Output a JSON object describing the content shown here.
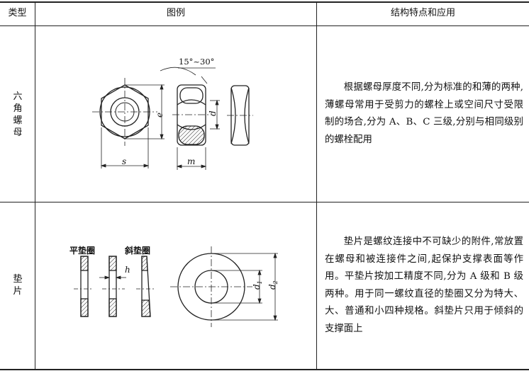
{
  "table": {
    "headers": {
      "type": "类型",
      "figure": "图例",
      "features": "结构特点和应用"
    },
    "rows": [
      {
        "category": "六角螺母",
        "figure_labels": {
          "angle": "15°~30°",
          "e": "e",
          "d": "d",
          "s": "s",
          "m": "m"
        },
        "description": "根据螺母厚度不同,分为标准的和薄的两种,薄螺母常用于受剪力的螺栓上或空间尺寸受限制的场合,分为 A、B、C 三级,分别与相同级别的螺栓配用"
      },
      {
        "category": "垫片",
        "figure_labels": {
          "flat_washer": "平垫圈",
          "bevel_washer": "斜垫圈",
          "h": "h",
          "d1": "d1",
          "d2": "d2"
        },
        "description": "垫片是螺纹连接中不可缺少的附件,常放置在螺母和被连接件之间,起保护支撑表面等作用。平垫片按加工精度不同,分为 A 级和 B 级两种。用于同一螺纹直径的垫圈又分为特大、大、普通和小四种规格。斜垫片只用于倾斜的支撑面上"
      }
    ]
  }
}
